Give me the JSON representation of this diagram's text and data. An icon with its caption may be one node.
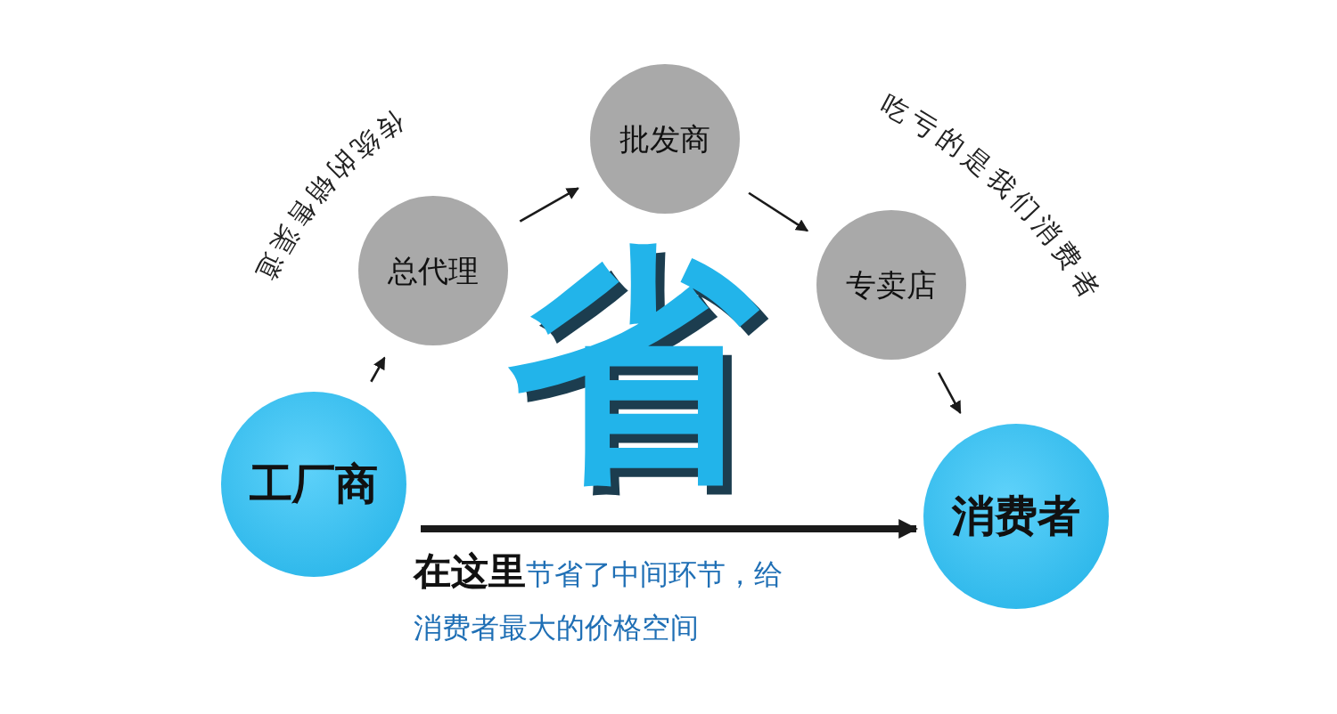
{
  "diagram": {
    "nodes": [
      {
        "text": [
          "工厂商"
        ]
      },
      {
        "text": [
          "总代理"
        ]
      },
      {
        "text": [
          "批发商"
        ]
      },
      {
        "text": [
          "专卖店"
        ]
      },
      {
        "text": [
          "消费者"
        ]
      }
    ],
    "edges": [
      {
        "from": 0,
        "to": 1,
        "arrow": "to"
      },
      {
        "from": 1,
        "to": 2,
        "arrow": "to"
      },
      {
        "from": 2,
        "to": 3,
        "arrow": "to"
      },
      {
        "from": 3,
        "to": 4,
        "arrow": "to"
      },
      {
        "from": 0,
        "to": 4,
        "arrow": "to",
        "style": "thick"
      }
    ],
    "labels": [
      "传统的销售渠道",
      "吃亏的是我们消费者",
      "省",
      "**在这里**节省了中间环节，给消费者最大的价格空间"
    ]
  }
}
